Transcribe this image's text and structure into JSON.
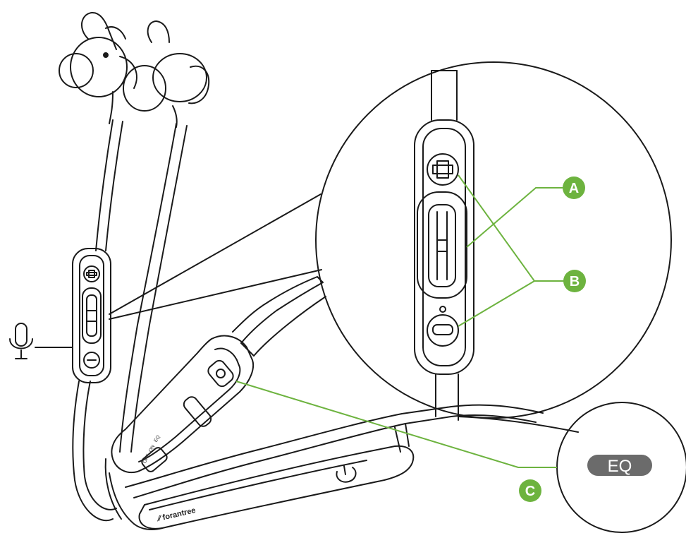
{
  "callouts": [
    {
      "id": "A",
      "label": "A"
    },
    {
      "id": "B",
      "label": "B"
    },
    {
      "id": "C",
      "label": "C"
    }
  ],
  "eq_button": {
    "label": "EQ"
  },
  "brand": {
    "label": "∕∕ forantree"
  },
  "switch_labels": {
    "off": "OFF",
    "on": "ON",
    "eq": "EQ"
  },
  "icons": {
    "microphone": "microphone-icon",
    "volume_up": "plus-icon",
    "volume_down": "minus-icon",
    "power": "power-icon"
  },
  "colors": {
    "callout_green": "#6db33f",
    "line": "#1a1a1a",
    "eq_pill": "#6b6b6b"
  }
}
